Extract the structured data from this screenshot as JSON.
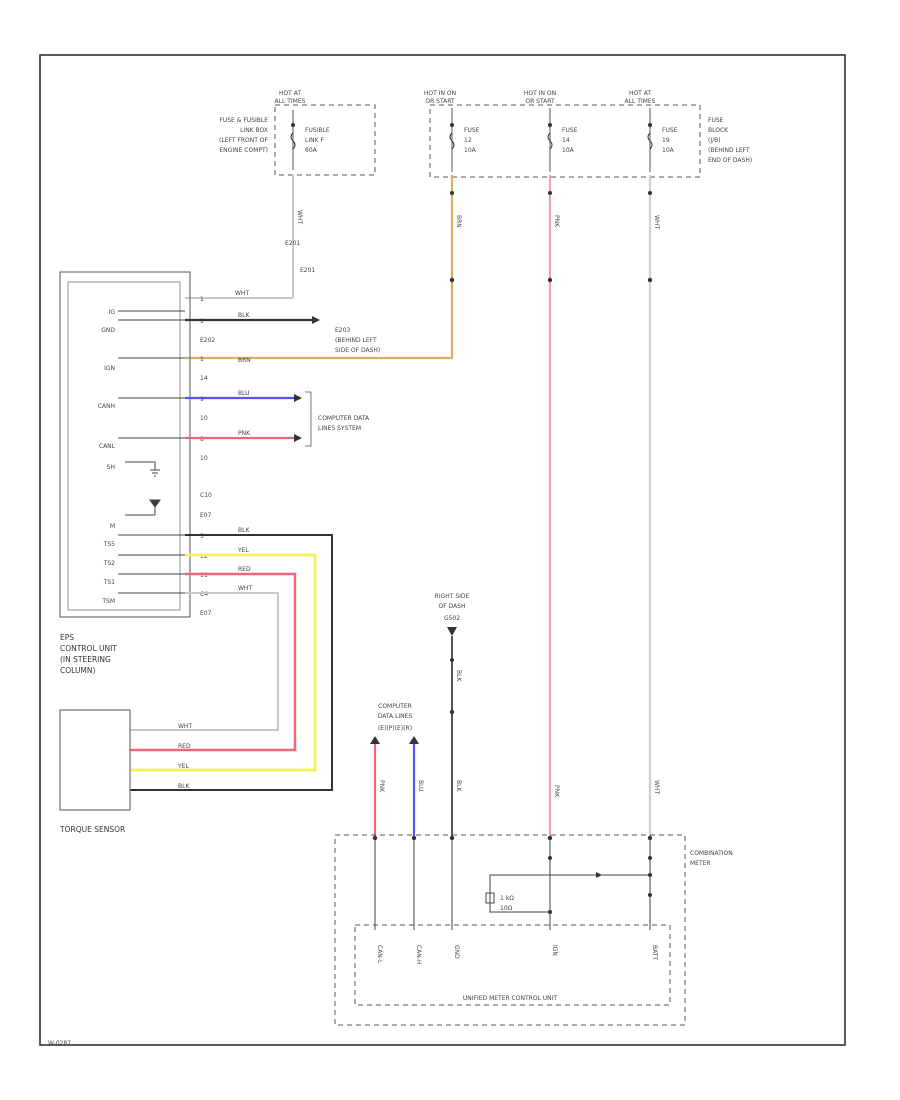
{
  "colors": {
    "border": "#333333",
    "wire_gray": "#c8c8c8",
    "wire_black": "#333333",
    "wire_orange": "#d9b060",
    "wire_blue": "#5555ee",
    "wire_red": "#ee6677",
    "wire_pink": "#f4a0b0",
    "wire_yellow": "#f4f060",
    "wire_white": "#d0d0d0"
  },
  "fuses": {
    "f1_hot": "HOT AT",
    "f1_hot2": "ALL TIMES",
    "f1_box_l1": "FUSE & FUSIBLE",
    "f1_box_l2": "LINK BOX",
    "f1_box_l3": "(LEFT FRONT OF",
    "f1_box_l4": "ENGINE COMPT)",
    "f1_name": "FUSIBLE",
    "f1_name2": "LINK F",
    "f1_rating": "60A",
    "f2_hot": "HOT IN ON",
    "f2_hot2": "OR START",
    "f2_name": "FUSE",
    "f2_num": "12",
    "f2_rating": "10A",
    "f3_hot": "HOT IN ON",
    "f3_hot2": "OR START",
    "f3_name": "FUSE",
    "f3_num": "14",
    "f3_rating": "10A",
    "f4_hot": "HOT AT",
    "f4_hot2": "ALL TIMES",
    "f4_name": "FUSE",
    "f4_num": "19",
    "f4_rating": "10A",
    "fb_l1": "FUSE",
    "fb_l2": "BLOCK",
    "fb_l3": "(J/B)",
    "fb_l4": "(BEHIND LEFT",
    "fb_l5": "END OF DASH)"
  },
  "wires": {
    "wht_top": "WHT",
    "e201": "E201",
    "e201_2": "E201",
    "wht1": "WHT",
    "blk1": "BLK",
    "e203": "E203",
    "e203_l1": "(BEHIND LEFT",
    "e203_l2": "SIDE OF DASH)",
    "e202": "E202",
    "brn": "BRN",
    "blu": "BLU",
    "pnk": "PNK",
    "blk_ts": "BLK",
    "yel_ts": "YEL",
    "red_ts": "RED",
    "wht_ts": "WHT",
    "brn_v": "BRN",
    "pnk_v": "PNK",
    "wht_v": "WHT",
    "blk_g": "BLK",
    "blk_g2": "BLK",
    "pnk_can": "PNK",
    "blu_can": "BLU",
    "pnk_v2": "PNK",
    "wht_v2": "WHT",
    "ts_wht": "WHT",
    "ts_red": "RED",
    "ts_yel": "YEL",
    "ts_blk": "BLK"
  },
  "eps": {
    "pin_ig": "IG",
    "pin_gnd": "GND",
    "pin_ign": "IGN",
    "pin_canh": "CANH",
    "pin_canl": "CANL",
    "pin_sh": "SH",
    "pin_m": "M",
    "pin_ts5": "TS5",
    "pin_ts2": "TS2",
    "pin_ts1": "TS1",
    "pin_tsm": "TSM",
    "n1": "1",
    "n2": "1",
    "n3": "1",
    "n4": "14",
    "n5": "9",
    "n6": "10",
    "n7": "8",
    "n8": "10",
    "n9": "C10",
    "n10": "E07",
    "n11": "3",
    "n12": "12",
    "n13": "11",
    "n14": "C4",
    "n15": "E07",
    "label_l1": "EPS",
    "label_l2": "CONTROL UNIT",
    "label_l3": "(IN STEERING",
    "label_l4": "COLUMN)"
  },
  "can": {
    "l1": "COMPUTER DATA",
    "l2": "LINES SYSTEM",
    "b_l1": "COMPUTER",
    "b_l2": "DATA LINES",
    "b_l3": "(E)(P)(E)(R)"
  },
  "ground": {
    "l1": "RIGHT SIDE",
    "l2": "OF DASH",
    "l3": "G502"
  },
  "torque": {
    "label": "TORQUE SENSOR"
  },
  "meter": {
    "l1": "COMBINATION",
    "l2": "METER",
    "unit": "UNIFIED METER CONTROL UNIT",
    "p_canl": "CAN-L",
    "p_canh": "CAN-H",
    "p_gnd": "GND",
    "p_ign": "IGN",
    "p_batt": "BATT",
    "res1": "1 kΩ",
    "res2": "10Ω"
  },
  "footer": {
    "code": "W-0287"
  }
}
